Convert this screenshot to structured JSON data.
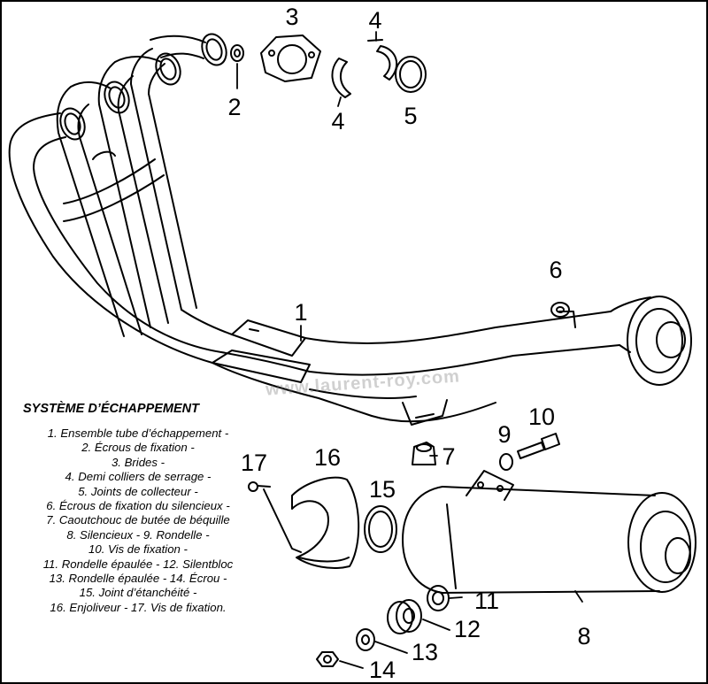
{
  "diagram": {
    "title": "SYSTÈME D’ÉCHAPPEMENT",
    "watermark": "www.laurent-roy.com",
    "part_numbers": {
      "n1": "1",
      "n2": "2",
      "n3": "3",
      "n4a": "4",
      "n4b": "4",
      "n5": "5",
      "n6": "6",
      "n7": "7",
      "n8": "8",
      "n9": "9",
      "n10": "10",
      "n11": "11",
      "n12": "12",
      "n13": "13",
      "n14": "14",
      "n15": "15",
      "n16": "16",
      "n17": "17"
    },
    "legend_lines": [
      "1. Ensemble tube d’échappement -",
      "2. Écrous de fixation -",
      "3. Brides -",
      "4. Demi colliers de serrage -",
      "5. Joints de collecteur -",
      "6. Écrous de fixation du silencieux -",
      "7. Caoutchouc de butée de béquille",
      "8. Silencieux - 9. Rondelle -",
      "10. Vis de fixation -",
      "11. Rondelle épaulée - 12. Silentbloc",
      "13. Rondelle épaulée - 14. Écrou -",
      "15. Joint d’étanchéité -",
      "16. Enjoliveur - 17. Vis de fixation."
    ]
  }
}
